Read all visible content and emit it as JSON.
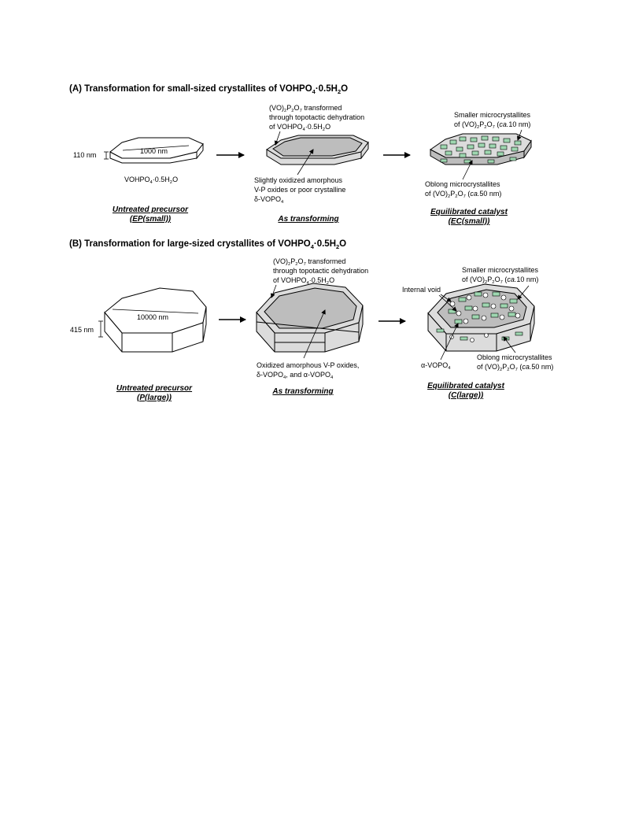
{
  "section_a": {
    "title_prefix": "(A) Transformation for small-sized crystallites of VOHPO",
    "title_s1": "4",
    "title_mid": "·0.5H",
    "title_s2": "2",
    "title_end": "O",
    "width_label": "1000 nm",
    "thickness_label": "110 nm",
    "precursor_formula": {
      "a": "VOHPO",
      "b": "4",
      "c": "·0.5H",
      "d": "2",
      "e": "O"
    },
    "transform_note": {
      "l1a": "(VO)",
      "l1b": "2",
      "l1c": "P",
      "l1d": "2",
      "l1e": "O",
      "l1f": "7",
      "l1g": " transformed",
      "l2": "through topotactic dehydration",
      "l3a": "of VOHPO",
      "l3b": "4",
      "l3c": "·0.5H",
      "l3d": "2",
      "l3e": "O"
    },
    "core_note": {
      "l1": "Slightly oxidized amorphous",
      "l2": "V-P oxides or poor crystalline",
      "l3a": "δ-VOPO",
      "l3b": "4"
    },
    "smaller_note": {
      "l1": "Smaller microcrystallites",
      "l2a": "of (VO)",
      "l2b": "2",
      "l2c": "P",
      "l2d": "2",
      "l2e": "O",
      "l2f": "7",
      "l2g": " (",
      "l2h": "ca.",
      "l2i": "10 nm)"
    },
    "oblong_note": {
      "l1": "Oblong microcrystallites",
      "l2a": "of (VO)",
      "l2b": "2",
      "l2c": "P",
      "l2d": "2",
      "l2e": "O",
      "l2f": "7",
      "l2g": " (",
      "l2h": "ca.",
      "l2i": "50 nm)"
    },
    "caption_1": {
      "l1": "Untreated precursor",
      "l2": "(EP(small))"
    },
    "caption_2": {
      "l1": "As transforming"
    },
    "caption_3": {
      "l1": "Equilibrated catalyst",
      "l2": "(EC(small))"
    }
  },
  "section_b": {
    "title_prefix": "(B) Transformation for large-sized crystallites of VOHPO",
    "title_s1": "4",
    "title_mid": "·0.5H",
    "title_s2": "2",
    "title_end": "O",
    "width_label": "10000 nm",
    "thickness_label": "415 nm",
    "transform_note": {
      "l1a": "(VO)",
      "l1b": "2",
      "l1c": "P",
      "l1d": "2",
      "l1e": "O",
      "l1f": "7",
      "l1g": " transformed",
      "l2": "through topotactic dehydration",
      "l3a": "of VOHPO",
      "l3b": "4",
      "l3c": "·0.5H",
      "l3d": "2",
      "l3e": "O"
    },
    "core_note": {
      "l1": "Oxidized amorphous V-P oxides,",
      "l2a": "δ-VOPO",
      "l2b": "4",
      "l2c": ", and α-VOPO",
      "l2d": "4"
    },
    "void_label": "Internal void",
    "alpha_label": {
      "a": "α-VOPO",
      "b": "4"
    },
    "smaller_note": {
      "l1": "Smaller microcrystallites",
      "l2a": "of (VO)",
      "l2b": "2",
      "l2c": "P",
      "l2d": "2",
      "l2e": "O",
      "l2f": "7",
      "l2g": " (",
      "l2h": "ca.",
      "l2i": "10 nm)"
    },
    "oblong_note": {
      "l1": "Oblong microcrystallites",
      "l2a": "of (VO)",
      "l2b": "2",
      "l2c": "P",
      "l2d": "2",
      "l2e": "O",
      "l2f": "7",
      "l2g": " (",
      "l2h": "ca.",
      "l2i": "50 nm)"
    },
    "caption_1": {
      "l1": "Untreated precursor",
      "l2": "(P(large))"
    },
    "caption_2": {
      "l1": "As transforming"
    },
    "caption_3": {
      "l1": "Equilibrated catalyst",
      "l2": "(C(large))"
    }
  },
  "colors": {
    "stroke": "#000000",
    "gray_fill": "#bdbdbd",
    "light_gray": "#dcdcdc",
    "crystal_green": "#9ed7b0"
  }
}
